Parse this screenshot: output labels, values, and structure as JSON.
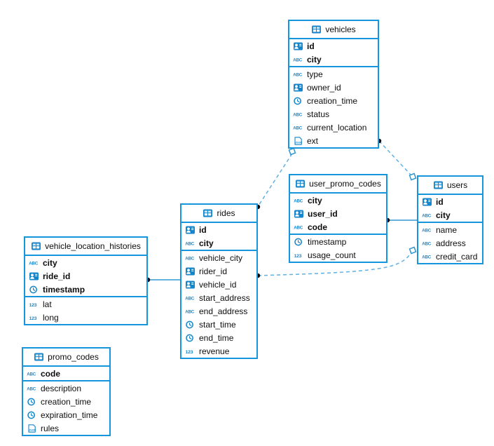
{
  "diagram": {
    "table_header_icon": "table-icon",
    "tables": {
      "vehicles": {
        "title": "vehicles",
        "fields": [
          {
            "label": "id",
            "icon": "person-id-icon",
            "key": true
          },
          {
            "label": "city",
            "icon": "abc-icon",
            "key": true
          },
          {
            "label": "type",
            "icon": "abc-icon",
            "key": false
          },
          {
            "label": "owner_id",
            "icon": "person-id-icon",
            "key": false
          },
          {
            "label": "creation_time",
            "icon": "clock-icon",
            "key": false
          },
          {
            "label": "status",
            "icon": "abc-icon",
            "key": false
          },
          {
            "label": "current_location",
            "icon": "abc-icon",
            "key": false
          },
          {
            "label": "ext",
            "icon": "json-icon",
            "key": false
          }
        ]
      },
      "user_promo_codes": {
        "title": "user_promo_codes",
        "fields": [
          {
            "label": "city",
            "icon": "abc-icon",
            "key": true
          },
          {
            "label": "user_id",
            "icon": "person-id-icon",
            "key": true
          },
          {
            "label": "code",
            "icon": "abc-icon",
            "key": true
          },
          {
            "label": "timestamp",
            "icon": "clock-icon",
            "key": false
          },
          {
            "label": "usage_count",
            "icon": "number-icon",
            "key": false
          }
        ]
      },
      "users": {
        "title": "users",
        "fields": [
          {
            "label": "id",
            "icon": "person-id-icon",
            "key": true
          },
          {
            "label": "city",
            "icon": "abc-icon",
            "key": true
          },
          {
            "label": "name",
            "icon": "abc-icon",
            "key": false
          },
          {
            "label": "address",
            "icon": "abc-icon",
            "key": false
          },
          {
            "label": "credit_card",
            "icon": "abc-icon",
            "key": false
          }
        ]
      },
      "rides": {
        "title": "rides",
        "fields": [
          {
            "label": "id",
            "icon": "person-id-icon",
            "key": true
          },
          {
            "label": "city",
            "icon": "abc-icon",
            "key": true
          },
          {
            "label": "vehicle_city",
            "icon": "abc-icon",
            "key": false
          },
          {
            "label": "rider_id",
            "icon": "person-id-icon",
            "key": false
          },
          {
            "label": "vehicle_id",
            "icon": "person-id-icon",
            "key": false
          },
          {
            "label": "start_address",
            "icon": "abc-icon",
            "key": false
          },
          {
            "label": "end_address",
            "icon": "abc-icon",
            "key": false
          },
          {
            "label": "start_time",
            "icon": "clock-icon",
            "key": false
          },
          {
            "label": "end_time",
            "icon": "clock-icon",
            "key": false
          },
          {
            "label": "revenue",
            "icon": "number-icon",
            "key": false
          }
        ]
      },
      "vehicle_location_histories": {
        "title": "vehicle_location_histories",
        "fields": [
          {
            "label": "city",
            "icon": "abc-icon",
            "key": true
          },
          {
            "label": "ride_id",
            "icon": "person-id-icon",
            "key": true
          },
          {
            "label": "timestamp",
            "icon": "clock-icon",
            "key": true
          },
          {
            "label": "lat",
            "icon": "number-icon",
            "key": false
          },
          {
            "label": "long",
            "icon": "number-icon",
            "key": false
          }
        ]
      },
      "promo_codes": {
        "title": "promo_codes",
        "fields": [
          {
            "label": "code",
            "icon": "abc-icon",
            "key": true
          },
          {
            "label": "description",
            "icon": "abc-icon",
            "key": false
          },
          {
            "label": "creation_time",
            "icon": "clock-icon",
            "key": false
          },
          {
            "label": "expiration_time",
            "icon": "clock-icon",
            "key": false
          },
          {
            "label": "rules",
            "icon": "json-icon",
            "key": false
          }
        ]
      }
    },
    "relationships": [
      {
        "from": "vehicles",
        "to": "users",
        "style": "dashed"
      },
      {
        "from": "rides",
        "to": "vehicles",
        "style": "dashed"
      },
      {
        "from": "user_promo_codes",
        "to": "users",
        "style": "solid"
      },
      {
        "from": "rides",
        "to": "users",
        "style": "dashed"
      },
      {
        "from": "vehicle_location_histories",
        "to": "rides",
        "style": "solid"
      }
    ],
    "colors": {
      "table_border": "#1596dc",
      "icon_blue": "#1586cc",
      "dashed_line": "#5fb0e3",
      "solid_line": "#2f97d4",
      "endpoint_dot": "#000000",
      "text": "#0d0d0d",
      "background": "#ffffff"
    }
  }
}
